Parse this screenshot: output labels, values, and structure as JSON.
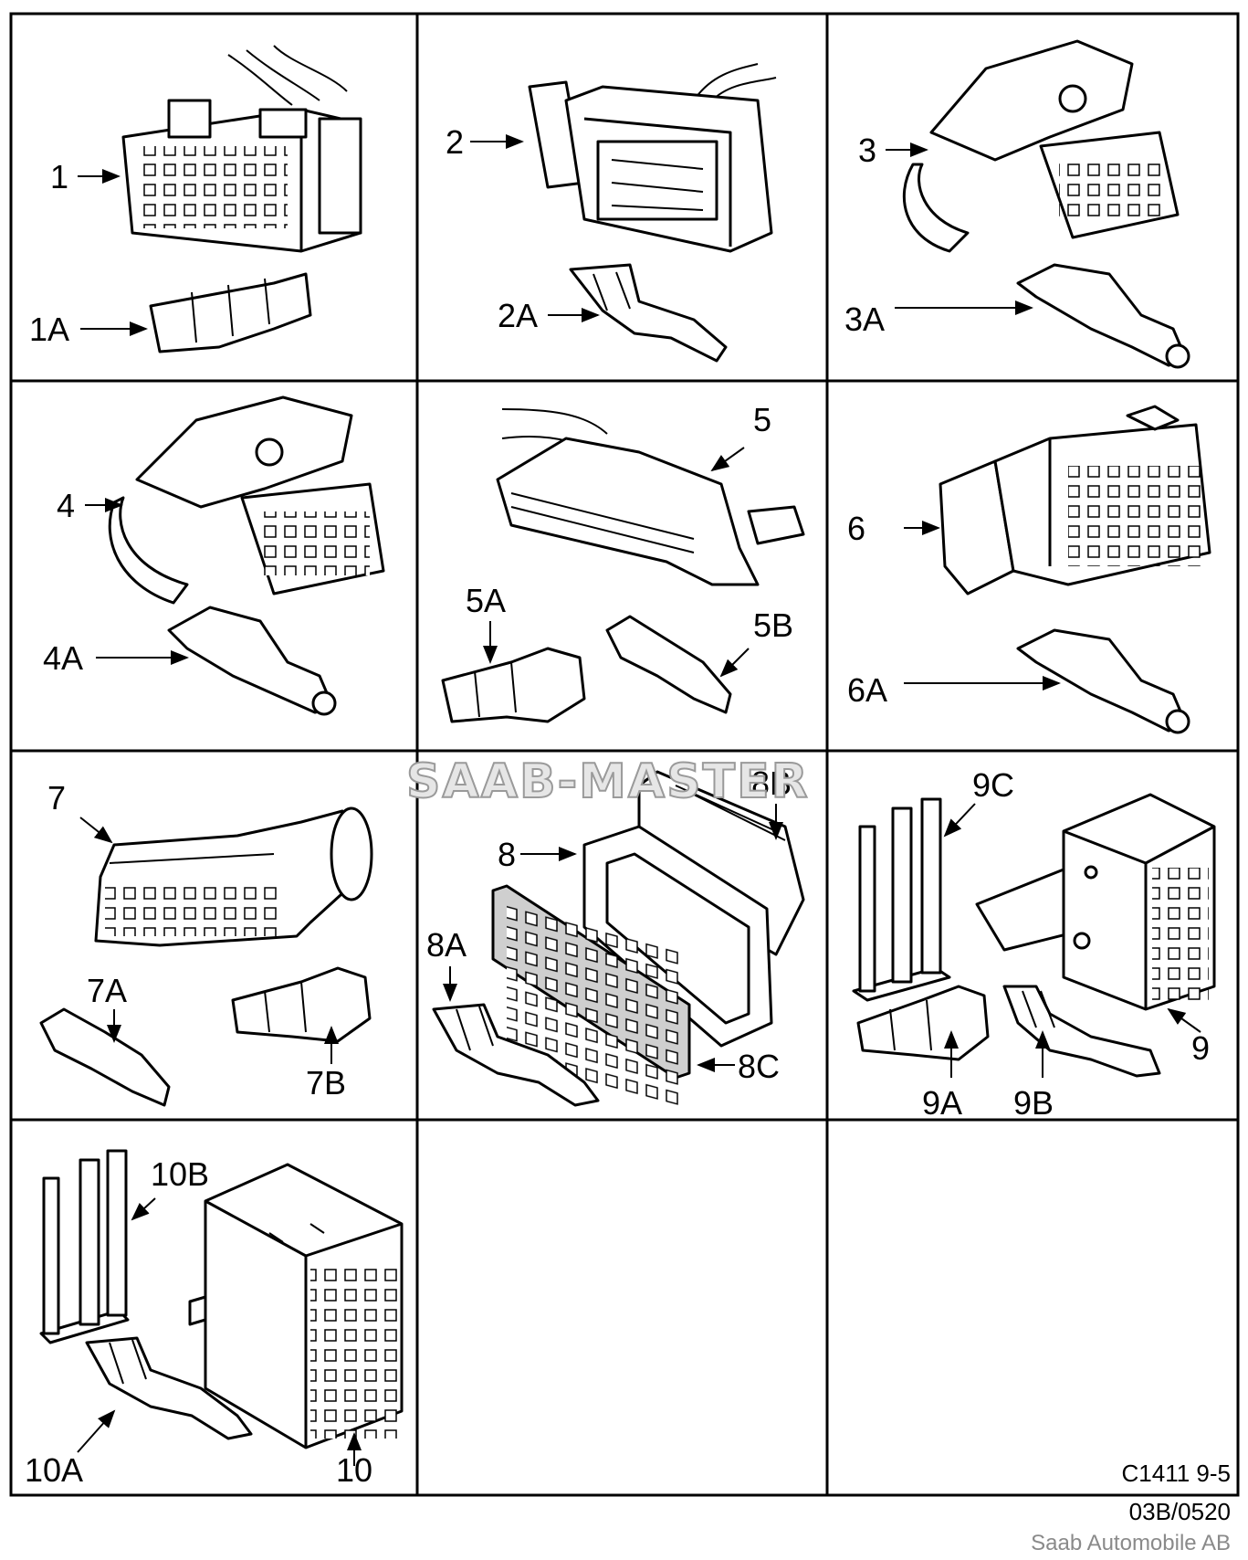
{
  "watermark": "SAAB-MASTER",
  "panels": [
    {
      "labels": [
        "1",
        "1A"
      ]
    },
    {
      "labels": [
        "2",
        "2A"
      ]
    },
    {
      "labels": [
        "3",
        "3A"
      ]
    },
    {
      "labels": [
        "4",
        "4A"
      ]
    },
    {
      "labels": [
        "5",
        "5A",
        "5B"
      ]
    },
    {
      "labels": [
        "6",
        "6A"
      ]
    },
    {
      "labels": [
        "7",
        "7A",
        "7B"
      ]
    },
    {
      "labels": [
        "8",
        "8A",
        "8B",
        "8C"
      ]
    },
    {
      "labels": [
        "9",
        "9A",
        "9B",
        "9C"
      ]
    },
    {
      "labels": [
        "10",
        "10A",
        "10B"
      ]
    }
  ],
  "footer": {
    "code": "C1411 9-5",
    "ref": "03B/0520",
    "company": "Saab Automobile AB"
  }
}
